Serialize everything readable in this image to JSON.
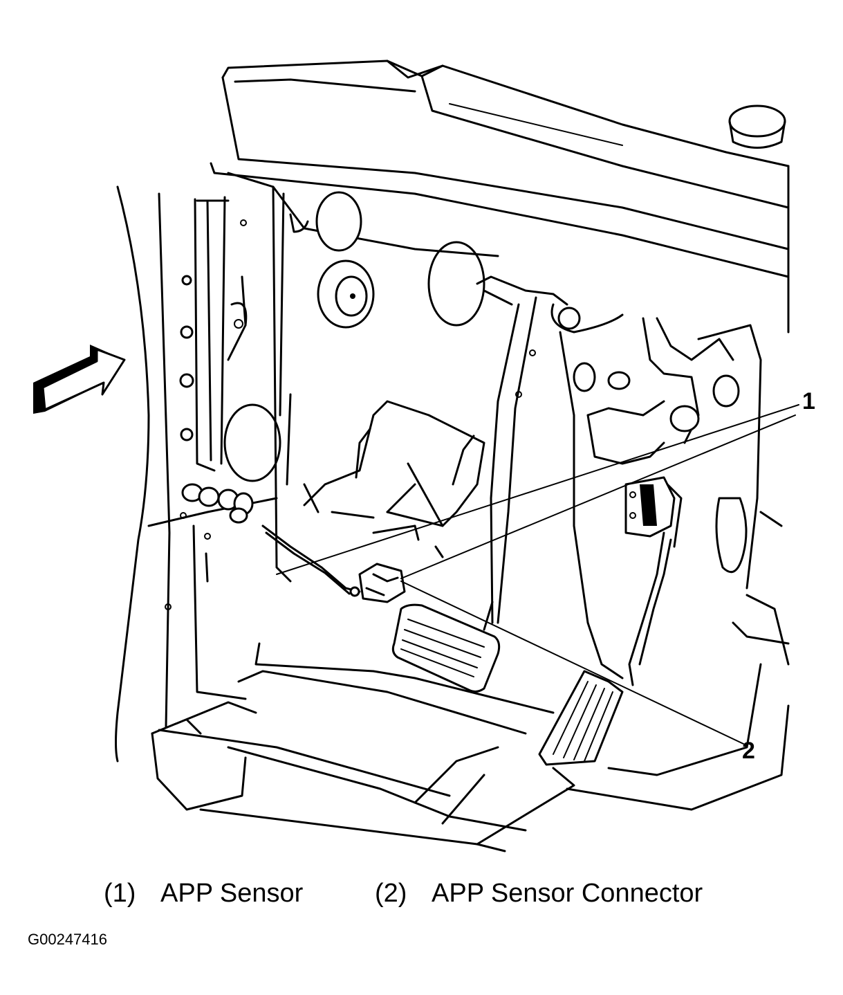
{
  "callouts": [
    {
      "number": "1"
    },
    {
      "number": "2"
    }
  ],
  "legend": [
    {
      "number": "(1)",
      "label": "APP Sensor"
    },
    {
      "number": "(2)",
      "label": "APP Sensor Connector"
    }
  ],
  "figure_id": "G00247416",
  "illustration": {
    "view": "driver footwell",
    "parts": [
      "view-arrow-icon",
      "app-sensor",
      "app-sensor-connector",
      "brake-pedal",
      "accelerator-pedal"
    ]
  }
}
